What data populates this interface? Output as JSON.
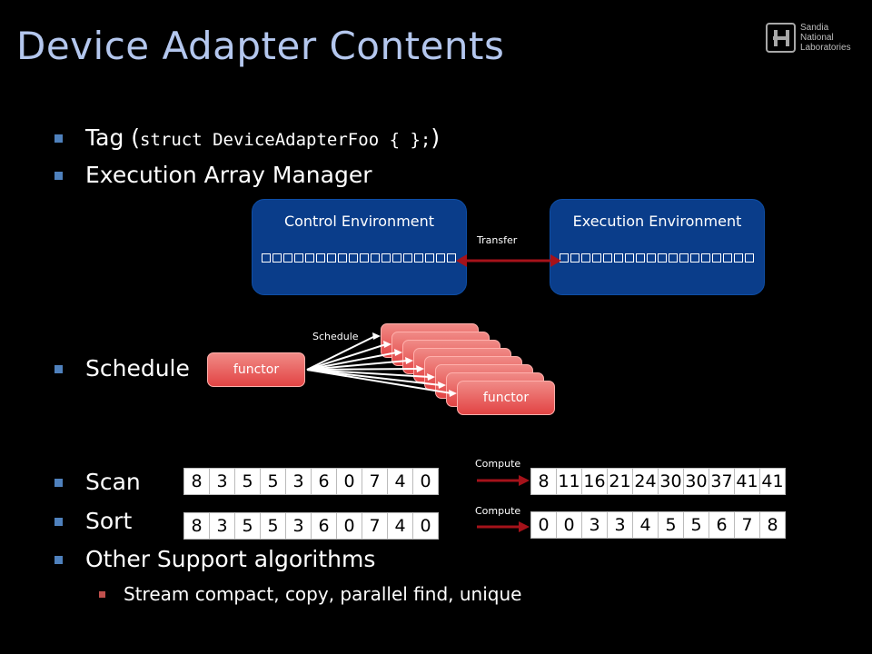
{
  "title": "Device Adapter Contents",
  "logo": {
    "line1": "Sandia",
    "line2": "National",
    "line3": "Laboratories"
  },
  "bullets": {
    "tag_prefix": "Tag (",
    "tag_code": "struct DeviceAdapterFoo {  };",
    "tag_suffix": ")",
    "exec_array_manager": "Execution Array Manager",
    "schedule": "Schedule",
    "scan": "Scan",
    "sort": "Sort",
    "other": "Other Support algorithms",
    "other_sub": "Stream compact, copy, parallel find, unique"
  },
  "diagram": {
    "control_env": "Control Environment",
    "execution_env": "Execution Environment",
    "transfer": "Transfer",
    "schedule_label": "Schedule",
    "functor": "functor",
    "compute": "Compute"
  },
  "scan": {
    "input": [
      "8",
      "3",
      "5",
      "5",
      "3",
      "6",
      "0",
      "7",
      "4",
      "0"
    ],
    "output": [
      "8",
      "11",
      "16",
      "21",
      "24",
      "30",
      "30",
      "37",
      "41",
      "41"
    ]
  },
  "sort": {
    "input": [
      "8",
      "3",
      "5",
      "5",
      "3",
      "6",
      "0",
      "7",
      "4",
      "0"
    ],
    "output": [
      "0",
      "0",
      "3",
      "3",
      "4",
      "5",
      "5",
      "6",
      "7",
      "8"
    ]
  },
  "colors": {
    "title": "#b4c7ee",
    "bullet": "#4f81bd",
    "sub_bullet": "#c0504d",
    "env_box": "#0a3d8a",
    "functor": "#e24444",
    "arrow": "#a5121a"
  }
}
